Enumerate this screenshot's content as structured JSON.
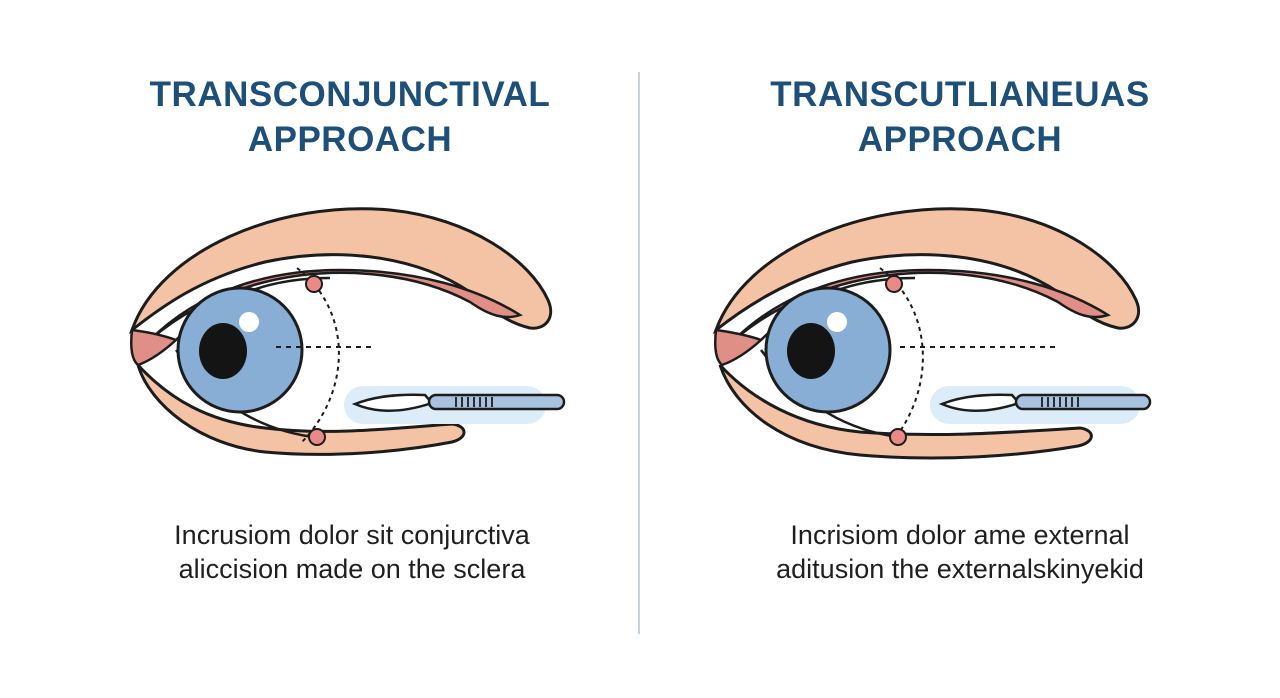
{
  "panels": [
    {
      "title_line1": "TRANSCONJUNCTIVAL",
      "title_line2": "APPROACH",
      "caption_line1": "Incrusiom dolor sit conjurctiva",
      "caption_line2": "aliccision made on the sclera"
    },
    {
      "title_line1": "TRANSCUTLIANEUAS",
      "title_line2": "APPROACH",
      "caption_line1": "Incrisiom dolor ame external",
      "caption_line2": "aditusion the externalskinyekid"
    }
  ],
  "colors": {
    "title": "#1d4f78",
    "skin": "#f4c3a6",
    "lid_inner": "#e08f86",
    "outline": "#1c1c1c",
    "iris": "#88aed6",
    "pupil": "#141414",
    "marker": "#e98a86",
    "scalpel_glow": "#dcecf8",
    "scalpel_handle": "#a9c3de",
    "divider": "#c9d3dc"
  },
  "icons": [
    "eye-icon",
    "scalpel-icon",
    "incision-marker-icon"
  ]
}
